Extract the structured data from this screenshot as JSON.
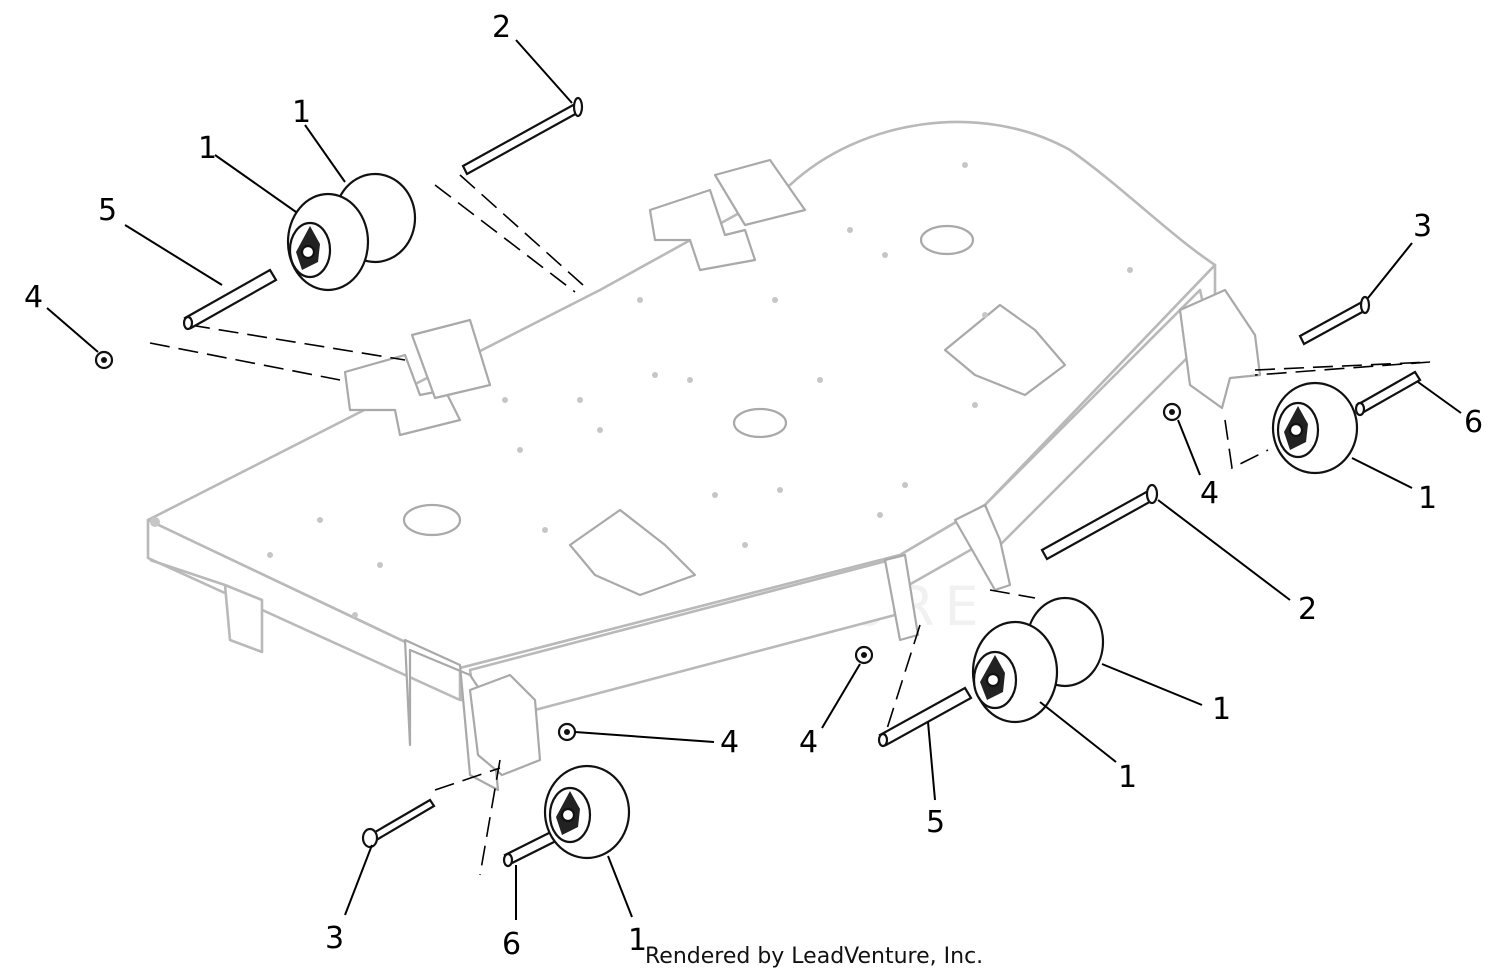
{
  "callouts": [
    {
      "label": "1"
    },
    {
      "label": "1"
    },
    {
      "label": "2"
    },
    {
      "label": "5"
    },
    {
      "label": "4"
    },
    {
      "label": "3"
    },
    {
      "label": "6"
    },
    {
      "label": "4"
    },
    {
      "label": "1"
    },
    {
      "label": "2"
    },
    {
      "label": "1"
    },
    {
      "label": "4"
    },
    {
      "label": "1"
    },
    {
      "label": "5"
    },
    {
      "label": "4"
    },
    {
      "label": "3"
    },
    {
      "label": "6"
    },
    {
      "label": "1"
    }
  ],
  "watermark": {
    "text": "LEADVENTURE"
  },
  "footer": {
    "text": "Rendered by LeadVenture, Inc."
  }
}
